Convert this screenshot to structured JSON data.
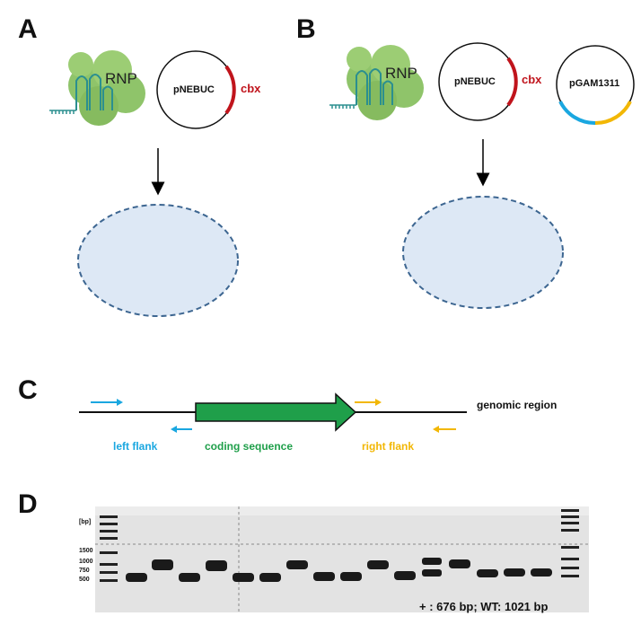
{
  "panels": {
    "a": {
      "label": "A",
      "rnp_label": "RNP",
      "plasmid": "pNEBUC",
      "marker": "cbx"
    },
    "b": {
      "label": "B",
      "rnp_label": "RNP",
      "plasmid1": "pNEBUC",
      "marker": "cbx",
      "plasmid2": "pGAM1311"
    },
    "c": {
      "label": "C",
      "region": "genomic region",
      "left_flank": "left flank",
      "coding": "coding sequence",
      "right_flank": "right flank"
    },
    "d": {
      "label": "D",
      "bp_unit": "[bp]",
      "ladder": [
        "1500",
        "1000",
        "750",
        "500"
      ],
      "caption": "+ : 676 bp; WT: 1021 bp"
    }
  },
  "colors": {
    "cbx_red": "#c0141c",
    "flank_blue": "#1aa7e0",
    "flank_yellow": "#f2b705",
    "coding_green": "#1f9f4a",
    "cell_fill": "#dde8f5",
    "cell_stroke": "#3d6691",
    "rnp_green": "#8fc46a",
    "rna_teal": "#2b8f8f"
  }
}
